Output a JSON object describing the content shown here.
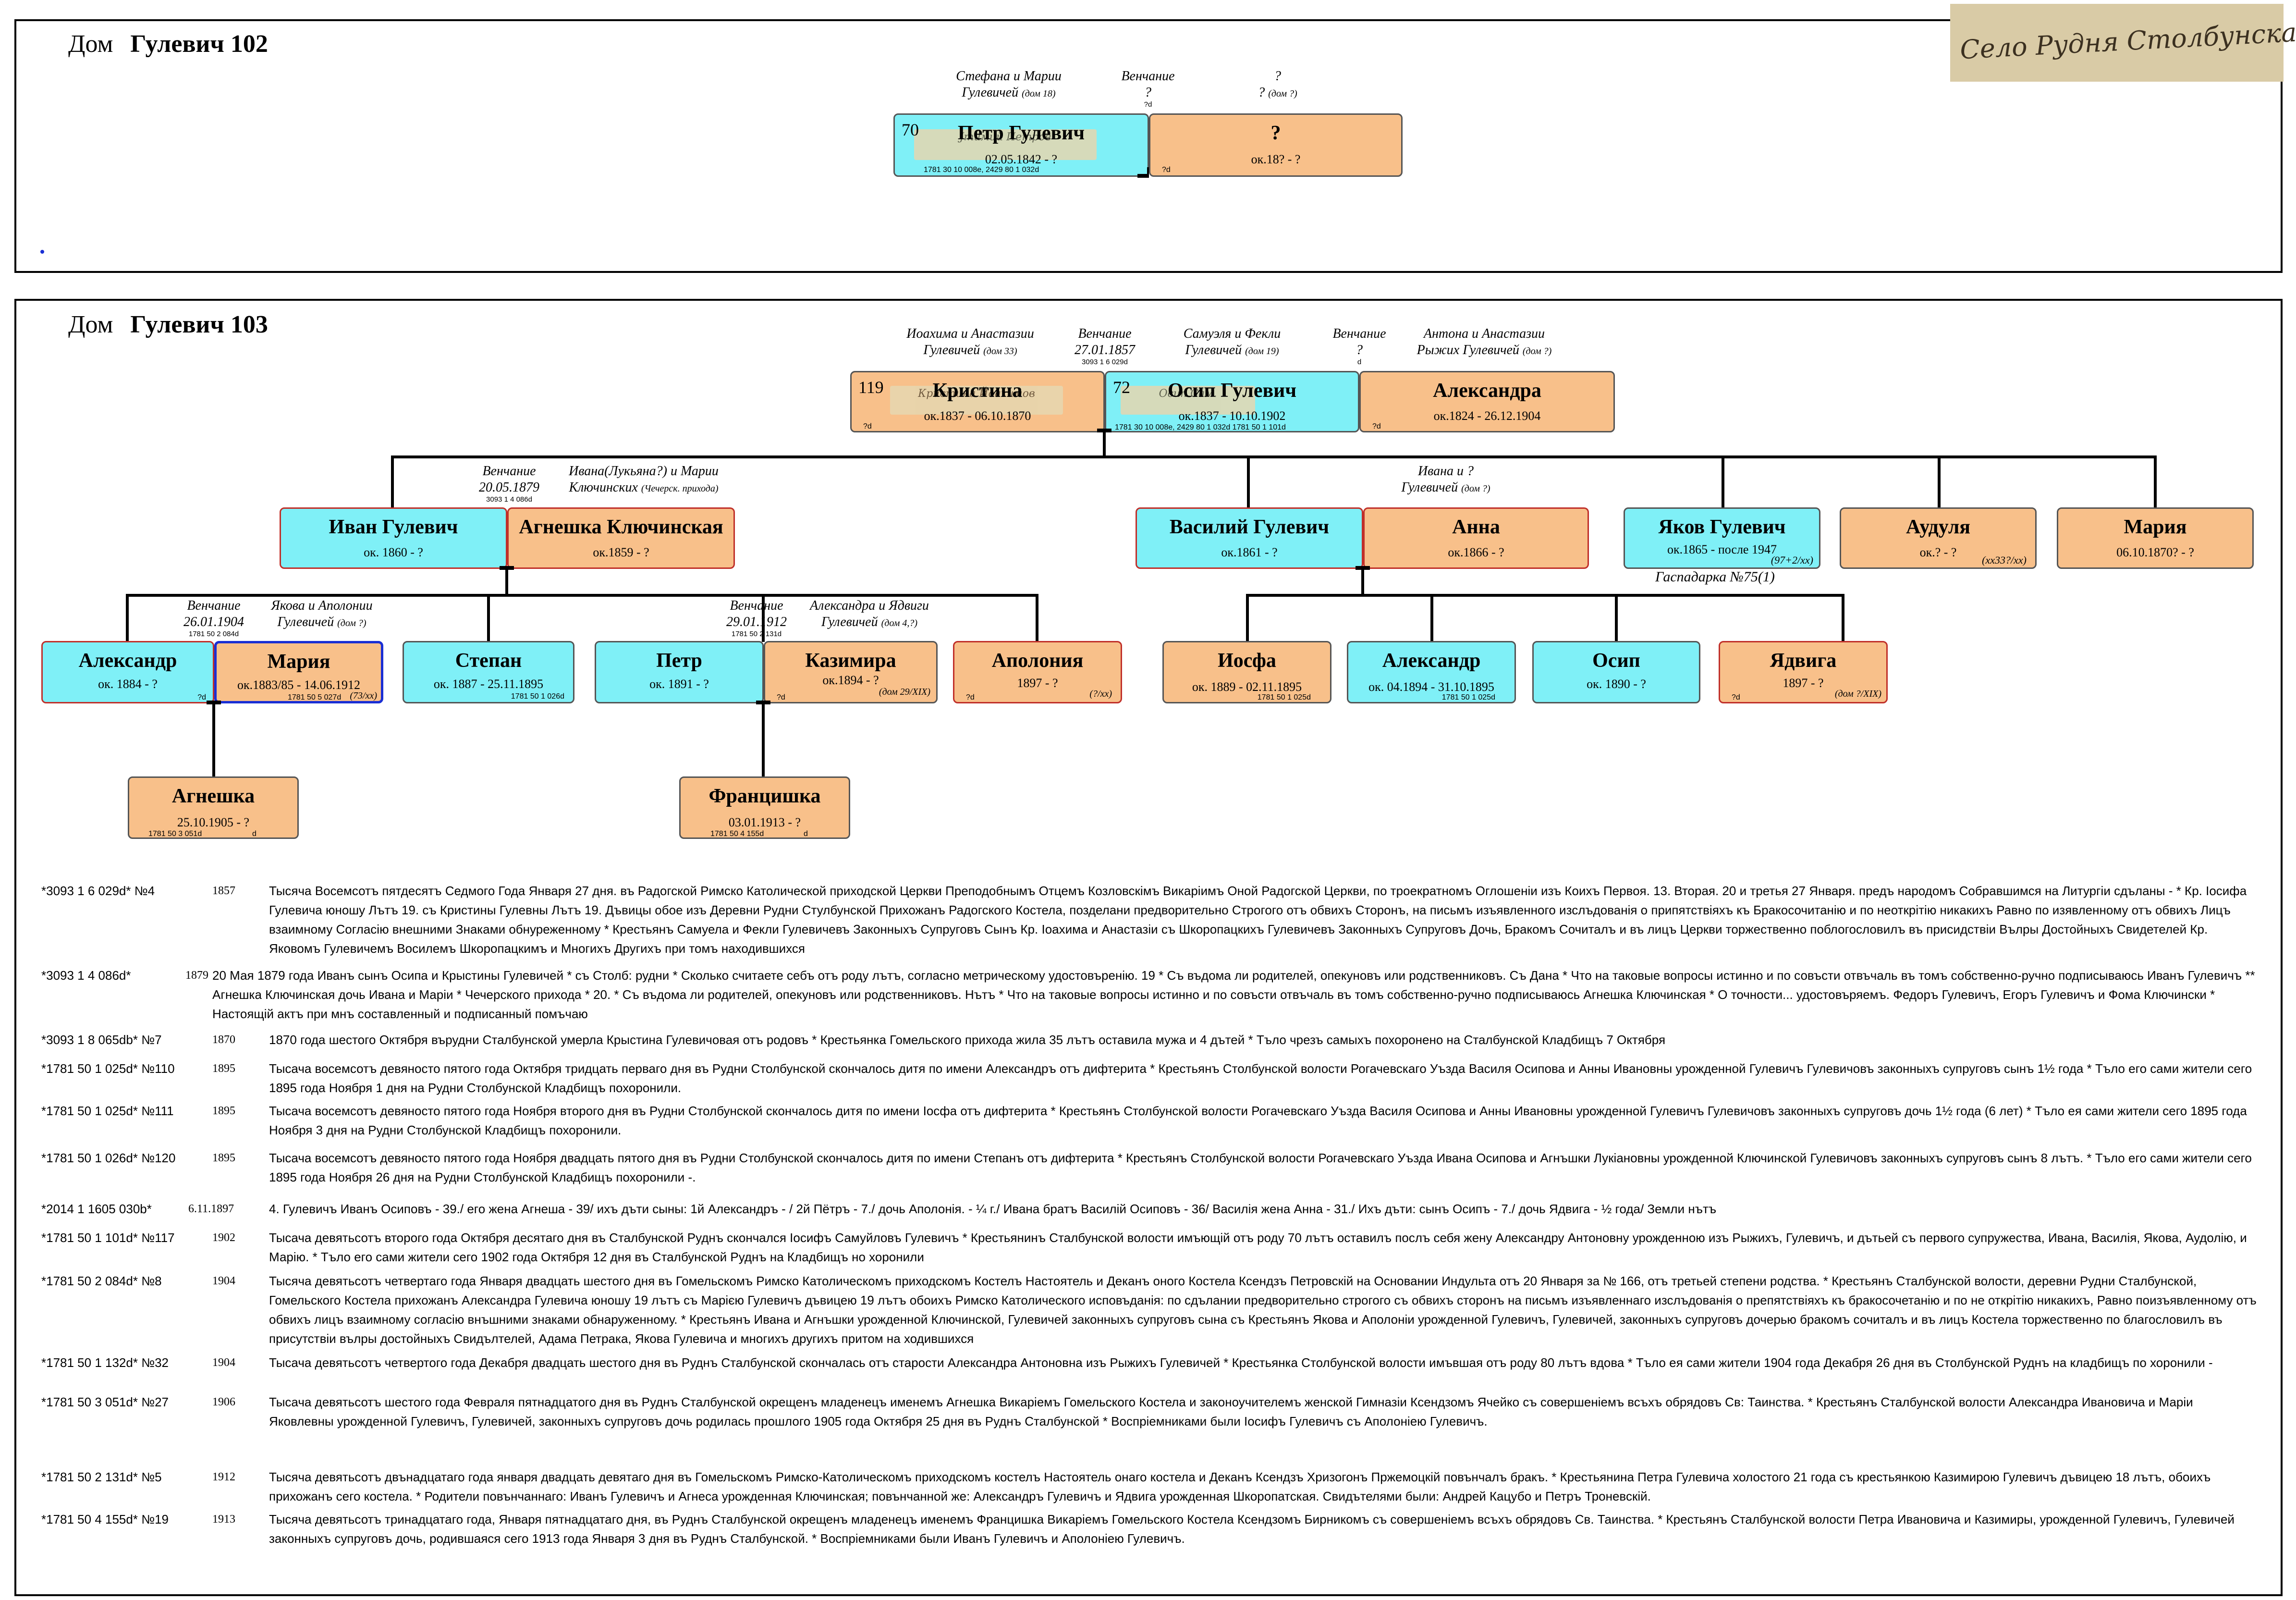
{
  "house102": {
    "label": "Дом",
    "name": "Гулевич 102"
  },
  "house103": {
    "label": "Дом",
    "name": "Гулевич 103"
  },
  "stamp": {
    "text": "Село Рудня Столбунска"
  },
  "h102": {
    "ann_parents1": {
      "l1": "Стефана и Марии",
      "l2": "Гулевичей",
      "l2s": "(дом 18)"
    },
    "ann_wed": {
      "l1": "Венчание",
      "l2": "?",
      "tiny": "?d"
    },
    "ann_parents2": {
      "l1": "?",
      "l2": "?",
      "l2s": "(дом ?)"
    },
    "petr": {
      "num": "70",
      "name": "Петр Гулевич",
      "dates": "02.05.1842 - ?",
      "ref": "1781 30 10 008e, 2429 80 1 032d",
      "sig": "Jтимий Петров"
    },
    "wife": {
      "name": "?",
      "dates": "ок.18? - ?",
      "ref": "?d"
    }
  },
  "h103": {
    "ann_kr_parents": {
      "l1": "Иоахима и Анастазии",
      "l2": "Гулевичей",
      "l2s": "(дом 33)"
    },
    "ann_wed1": {
      "l1": "Венчание",
      "l2": "27.01.1857",
      "tiny": "3093 1 6 029d"
    },
    "ann_os_parents": {
      "l1": "Самуэля и Фекли",
      "l2": "Гулевичей",
      "l2s": "(дом 19)"
    },
    "ann_wed2": {
      "l1": "Венчание",
      "l2": "?",
      "tiny": "d"
    },
    "ann_al_parents": {
      "l1": "Антона и Анастазии",
      "l2": "Рыжих Гулевичей",
      "l2s": "(дом ?)"
    },
    "kristina": {
      "num": "119",
      "name": "Кристина",
      "dates": "ок.1837 - 06.10.1870",
      "ref": "?d",
      "sig": "Кристина Йоахимов"
    },
    "osip": {
      "num": "72",
      "name": "Осип Гулевич",
      "dates": "ок.1837 - 10.10.1902",
      "ref": "1781 30 10 008e, 2429 80 1 032d      1781 50 1 101d",
      "sig": "Осип Сам."
    },
    "aleksandra": {
      "name": "Александра",
      "dates": "ок.1824 - 26.12.1904",
      "ref": "?d"
    },
    "ann_ivan_wed": {
      "l1": "Венчание",
      "l2": "20.05.1879",
      "tiny": "3093 1 4 086d"
    },
    "ann_agn_parents": {
      "l1": "Ивана(Лукьяна?) и Марии",
      "l2": "Ключинских",
      "l2s": "(Чечерск. прихода)"
    },
    "ivan": {
      "name": "Иван Гулевич",
      "dates": "ок. 1860 - ?"
    },
    "agneshka": {
      "name": "Агнешка Ключинская",
      "dates": "ок.1859 - ?"
    },
    "ann_anna_parents": {
      "l1": "Ивана и ?",
      "l2": "Гулевичей",
      "l2s": "(дом ?)"
    },
    "vasiliy": {
      "name": "Василий Гулевич",
      "dates": "ок.1861 - ?"
    },
    "anna": {
      "name": "Анна",
      "dates": "ок.1866 - ?"
    },
    "yakov": {
      "name": "Яков Гулевич",
      "dates": "ок.1865 - после 1947",
      "note": "(97+2/xx)"
    },
    "yakov_under": "Гаспадарка №75(1)",
    "audulya": {
      "name": "Аудуля",
      "dates": "ок.? - ?",
      "note": "(xx33?/xx)"
    },
    "mariya1": {
      "name": "Мария",
      "dates": "06.10.1870? - ?"
    },
    "ann_al_wed": {
      "l1": "Венчание",
      "l2": "26.01.1904",
      "tiny": "1781 50 2 084d"
    },
    "ann_mar_parents": {
      "l1": "Якова и Аполонии",
      "l2": "Гулевичей",
      "l2s": "(дом ?)"
    },
    "ann_petr_wed": {
      "l1": "Венчание",
      "l2": "29.01.1912",
      "tiny": "1781 50 2 131d"
    },
    "ann_kaz_parents": {
      "l1": "Александра и Ядвиги",
      "l2": "Гулевичей",
      "l2s": "(дом 4,?)"
    },
    "aleksandr1": {
      "name": "Александр",
      "dates": "ок. 1884 - ?",
      "ref": "?d"
    },
    "mariya2": {
      "name": "Мария",
      "dates": "ок.1883/85 - 14.06.1912",
      "ref": "1781 50 5 027d",
      "note": "(73/xx)"
    },
    "stepan": {
      "name": "Степан",
      "dates": "ок. 1887 - 25.11.1895",
      "ref": "1781 50 1 026d"
    },
    "petr2": {
      "name": "Петр",
      "dates": "ок. 1891 - ?"
    },
    "kazimira": {
      "name": "Казимира",
      "dates": "ок.1894 - ?",
      "ref": "?d",
      "note": "(дом 29/XIX)"
    },
    "apoloniya": {
      "name": "Аполония",
      "dates": "1897 - ?",
      "ref": "?d",
      "note": "(?/xx)"
    },
    "iosfa": {
      "name": "Иосфа",
      "dates": "ок. 1889 - 02.11.1895",
      "ref": "1781 50 1 025d"
    },
    "aleksandr2": {
      "name": "Александр",
      "dates": "ок. 04.1894 - 31.10.1895",
      "ref": "1781 50 1 025d"
    },
    "osip2": {
      "name": "Осип",
      "dates": "ок. 1890 - ?"
    },
    "yadviga": {
      "name": "Ядвига",
      "dates": "1897 - ?",
      "ref": "?d",
      "note": "(дом ?/XIX)"
    },
    "agneshka2": {
      "name": "Агнешка",
      "dates": "25.10.1905 - ?",
      "ref": "1781 50 3 051d",
      "ref2": "d"
    },
    "frantsishka": {
      "name": "Францишка",
      "dates": "03.01.1913 - ?",
      "ref": "1781 50 4 155d",
      "ref2": "d"
    }
  },
  "records": [
    {
      "id": "*3093 1 6 029d* №4",
      "year": "1857",
      "text": "Тысяча Восемсотъ пятдесятъ Седмого Года Января 27 дня. въ Радогской Римско Католической приходской Церкви Преподобнымъ Отцемъ Козловскімъ Викаріимъ Оной Радогской Церкви, по троекратномъ Оглошеніи изъ Коихъ Первоя. 13. Вторая. 20 и третья 27 Января. предъ народомъ Собравшимся на Литургіи сдъланы - * Кр. Іосифа Гулевича юношу Лътъ 19. съ Кристины Гулевны Лътъ 19. Дъвицы обое изъ Деревни Рудни Стулбунской Прихожанъ Радогского Костела, позделани предворительно Строгого отъ обвихъ Сторонъ, на письмъ изъявленного изслъдованія о припятствіяхъ къ Бракосочитанію и по неоткрітію никакихъ Равно по изявленному отъ обвихъ Лицъ взаимному Согласію внешними Знаками обнуреженному * Крестьянъ Самуела и Фекли Гулевичевъ Законныхъ Супруговъ Сынъ Кр. Іоахима и Анастазіи съ Шкоропацкихъ Гулевичевъ Законныхъ Супруговъ Дочь, Бракомъ Сочиталъ и въ лицъ Церкви торжественно поблогословилъ въ присидствіи Вълры Достойныхъ Свидетелей Кр. Яковомъ Гулевичемъ Восилемъ Шкоропацкимъ и Многихъ Другихъ при томъ находившихся"
    },
    {
      "id": "*3093 1 4 086d*",
      "year": "1879",
      "text": "20 Мая 1879 года   Иванъ сынъ Осипа и Крыстины Гулевичей * съ Столб: рудни * Сколько считаете себъ отъ роду лътъ, согласно метрическому удостовъренію. 19 * Съ въдома ли родителей, опекуновъ или родственниковъ. Съ Дана * Что на таковые вопросы истинно и по совъсти отвъчаль въ томъ собственно-ручно подписываюсь Иванъ Гулевичъ **  Агнешка Ключинская дочь Ивана и Маріи * Чечерского прихода * 20. * Съ въдома ли родителей, опекуновъ или родственниковъ. Нътъ * Что на таковые вопросы истинно и по совъсти отвъчаль въ томъ собственно-ручно подписываюсь Агнешка Ключинская * О точности... удостовъряемъ. Федоръ Гулевичъ, Егоръ Гулевичъ и Фома Ключински * Настоящій актъ при мнъ составленный и подписанный помъчаю"
    },
    {
      "id": "*3093 1 8 065db* №7",
      "year": "1870",
      "text": "1870 года шестого Октября върудни Сталбунской умерла Крыстина Гулевичовая отъ родовъ * Крестьянка Гомельского прихода жила 35 лътъ оставила мужа и 4 дътей * Тъло чрезъ самыхъ похоронено на Сталбунской Кладбищъ 7 Октября"
    },
    {
      "id": "*1781 50 1 025d* №110",
      "year": "1895",
      "text": "Тысача восемсотъ девяносто пятого года Октября тридцать перваго дня въ Рудни Столбунской скончалось дитя по имени Александръ отъ дифтерита * Крестьянъ Столбунской волости Рогачевскаго Уъзда Василя Осипова и Анны Ивановны урожденной Гулевичъ Гулевичовъ законныхъ супруговъ сынъ 1½ года * Тъло его сами жители сего 1895 года Ноября 1 дня на Рудни Столбунской Кладбищъ похоронили."
    },
    {
      "id": "*1781 50 1 025d* №111",
      "year": "1895",
      "text": "Тысача восемсотъ девяносто пятого года Ноября второго дня въ Рудни Столбунской скончалось дитя по имени Іосфа отъ дифтерита * Крестьянъ Столбунской волости Рогачевскаго Уъзда Василя Осипова и Анны Ивановны урожденной Гулевичъ Гулевичовъ законныхъ супруговъ дочь 1½ года (6 лет) * Тъло ея сами жители сего 1895 года Ноября 3 дня на Рудни Столбунской Кладбищъ похоронили."
    },
    {
      "id": "*1781 50 1 026d* №120",
      "year": "1895",
      "text": "Тысача восемсотъ девяносто пятого года Ноября двадцать пятого дня въ Рудни Столбунской скончалось дитя по имени Степанъ отъ дифтерита * Крестьянъ Столбунской волости Рогачевскаго Уъзда Ивана Осипова и Агнъшки Лукіановны урожденной Ключинской Гулевичовъ законныхъ супруговъ сынъ 8 лътъ. * Тъло его сами жители сего 1895 года Ноября 26 дня на Рудни Столбунской Кладбищъ похоронили -."
    },
    {
      "id": "*2014 1 1605 030b*",
      "year": "6.11.1897",
      "text": "4. Гулевичъ Иванъ Осиповъ - 39./ его жена Агнеша - 39/ ихъ дъти сыны: 1й Александръ -  / 2й Пётръ - 7./ дочь Аполонія. - ¼ г./ Ивана братъ Василій Осиповъ - 36/ Василія жена Анна - 31./ Ихъ дъти: сынъ Осипъ - 7./ дочь Ядвига - ½ года/ Земли нътъ"
    },
    {
      "id": "*1781 50 1 101d* №117",
      "year": "1902",
      "text": "Тысача девятьсотъ второго года  Октября десятаго дня въ Сталбунской Руднъ скончался Іосифъ Самуйловъ Гулевичъ * Крестьянинъ Сталбунской волости имъющій отъ роду 70 лътъ оставилъ послъ себя жену Александру Антоновну урожденною изъ Рыжихъ, Гулевичъ, и дътьей съ первого супружества, Ивана, Василія, Якова, Аудолію, и Марію. * Тъло его сами жители сего 1902 года Октября 12 дня въ Сталбунской Руднъ на Кладбищъ но хоронили"
    },
    {
      "id": "*1781 50 2 084d* №8",
      "year": "1904",
      "text": "Тысяча девятьсотъ четвертаго года Января двадцать шестого дня въ Гомельскомъ Римско Католическомъ приходскомъ Костелъ Настоятель и Деканъ оного Костела Ксендзъ Петровскій на Основании Индульта отъ 20 Января за № 166, отъ третьей степени родства. * Крестьянъ Сталбунской волости, деревни Рудни Сталбунской, Гомельского Костела прихожанъ Александра Гулевича юношу 19 лътъ съ Марією Гулевичъ дъвицею 19 лътъ обоихъ Римско Католического исповъданія: по сдълании предворительно строгого съ обвихъ сторонъ на письмъ изъявленнаго изслъдованія о препятствіяхъ къ бракосочетанію и по не открітію никакихъ, Равно поизъявленному отъ обвихъ лицъ взаимному согласію внъшними знаками обнаруженному. * Крестьянъ Ивана и Агнъшки урожденной Ключинской, Гулевичей законныхъ супруговъ сына съ Крестьянъ Якова и Аполоніи урожденной Гулевичъ, Гулевичей, законныхъ супруговъ дочерью бракомъ сочиталъ и въ лицъ Костела торжественно по благословилъ въ присутствіи вълры достойныхъ Свидълтелей, Адама Петрака, Якова Гулевича и многихъ другихъ притом на ходившихся"
    },
    {
      "id": "*1781 50 1 132d* №32",
      "year": "1904",
      "text": "Тысача девятьсотъ четвертого года Декабря двадцать шестого дня въ Руднъ Сталбунской скончалась отъ старости Александра Антоновна изъ Рыжихъ Гулевичей * Крестьянка Столбунской волости имъвшая отъ роду 80 лътъ вдова * Тъло ея сами жители 1904 года Декабря 26 дня въ Столбунской Руднъ на кладбищъ по хоронили -"
    },
    {
      "id": "*1781 50 3 051d* №27",
      "year": "1906",
      "text": "Тысача девятьсотъ шестого года Февраля пятнадцатого дня въ Руднъ Сталбунской окрещенъ младенецъ именемъ Агнешка Викаріемъ Гомельского Костела и законоучителемъ женской Гимназіи Ксендзомъ Ячейко съ совершеніемъ всъхъ обрядовъ Св: Таинства. * Крестьянъ Сталбунской волости Александра Ивановича и Маріи Яковлевны урожденной Гулевичъ, Гулевичей,  законныхъ супруговъ дочь родилась прошлого 1905 года Октября 25 дня въ Руднъ Сталбунской * Воспріемниками были Іосифъ Гулевичъ съ Аполоніею Гулевичъ."
    },
    {
      "id": "*1781 50 2 131d* №5",
      "year": "1912",
      "text": "Тысяча девятьсотъ двънадцатаго года января двадцать девятаго дня въ Гомельскомъ Римско-Католическомъ приходскомъ костелъ Настоятель онаго костела и Деканъ Ксендзъ Хризогонъ Пржемоцкій повънчалъ бракъ. * Крестьянина Петра Гулевича холостого 21 года съ крестьянкою Казимирою Гулевичъ дъвицею 18 лътъ, обоихъ прихожанъ сего костела. * Родители повънчаннаго: Иванъ Гулевичъ и Агнеса урожденная Ключинская; повънчанной же: Александръ Гулевичъ и Ядвига урожденная Шкоропатская. Свидътелями были: Андрей Кацубо и Петръ Троневскій."
    },
    {
      "id": "*1781 50 4 155d* №19",
      "year": "1913",
      "text": "Тысяча девятьсотъ тринадцатаго года, Января пятнадцатаго дня, въ Руднъ Сталбунской окрещенъ младенецъ именемъ Францишка Викаріемъ Гомельского Костела Ксендзомъ Бирникомъ съ совершеніемъ всъхъ обрядовъ Св. Таинства. * Крестьянъ Сталбунской волости Петра Ивановича и Казимиры, урожденной Гулевичъ, Гулевичей законныхъ супруговъ дочь, родившаяся сего 1913 года Января 3 дня въ Руднъ Сталбунской. * Воспріемниками были Иванъ Гулевичъ и Аполоніею Гулевичъ."
    }
  ]
}
